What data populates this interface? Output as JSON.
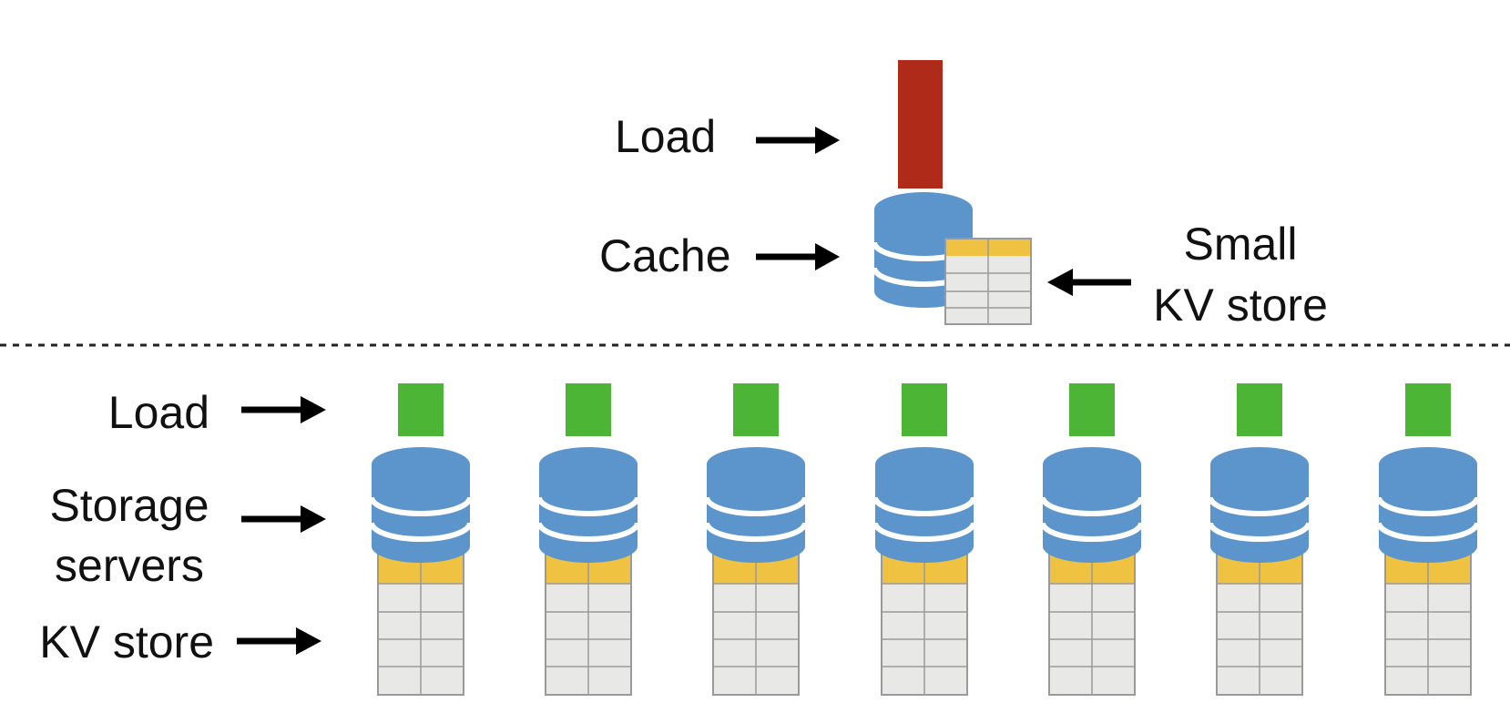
{
  "top": {
    "load_label": "Load",
    "cache_label": "Cache",
    "small_kv_label_line1": "Small",
    "small_kv_label_line2": "KV store",
    "load_level": 1.0
  },
  "bottom": {
    "load_label": "Load",
    "storage_label_line1": "Storage",
    "storage_label_line2": "servers",
    "kv_label": "KV store",
    "server_count": 7
  },
  "colors": {
    "hot_load": "#B02A1A",
    "balanced_load": "#4DB535",
    "database": "#5B95CC",
    "table_header": "#F0C242",
    "table_body": "#E8E8E6",
    "table_border": "#9A9A9A",
    "arrow": "#000000",
    "divider": "#222222"
  },
  "icons": {
    "database": "database-icon",
    "kv_table": "kv-table-icon",
    "arrow": "arrow-right-icon"
  }
}
